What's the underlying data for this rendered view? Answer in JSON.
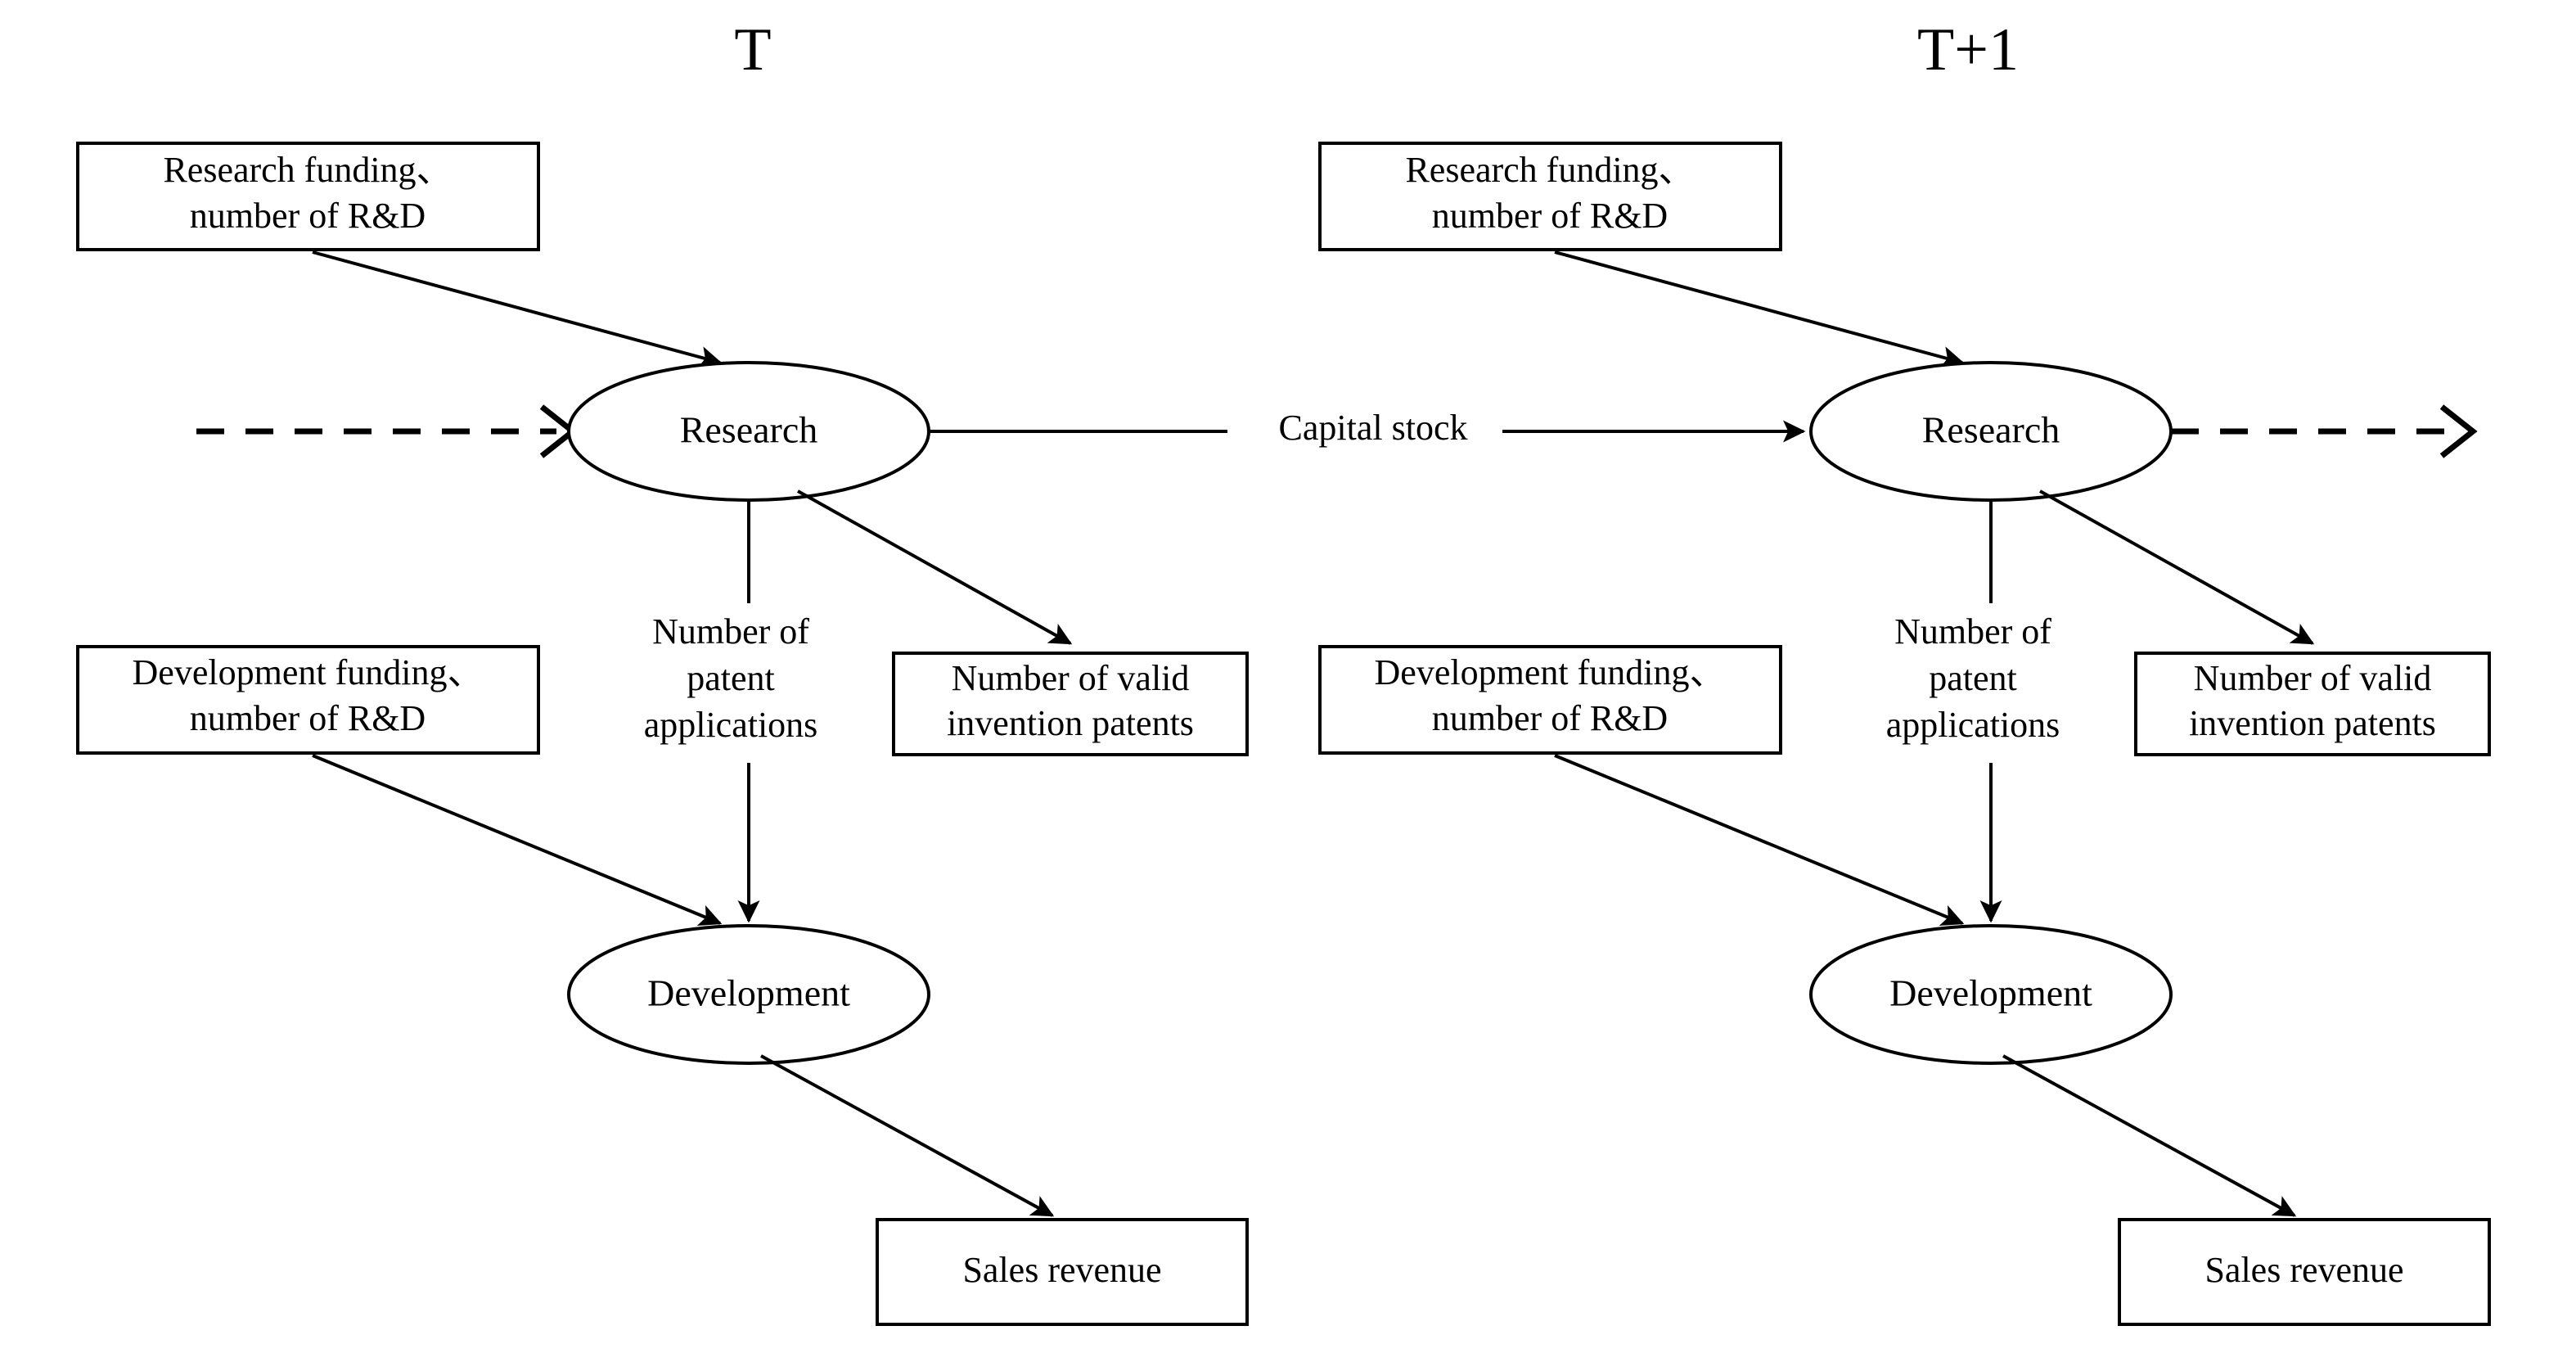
{
  "figure": {
    "background_color": "#ffffff",
    "stroke_color": "#000000",
    "type": "two-stage network DEA process diagram"
  },
  "panels": [
    {
      "id": "stage-t",
      "title": "T",
      "nodes": {
        "research_input_box": {
          "line1": "Research funding、",
          "line2": "number of R&D"
        },
        "research_stage": {
          "label": "Research"
        },
        "research_output_box": {
          "line1": "Number of valid",
          "line2": "invention patents"
        },
        "development_input_box": {
          "line1": "Development funding、",
          "line2": "number of R&D"
        },
        "development_stage": {
          "label": "Development"
        },
        "development_output_box": {
          "line1": "Sales revenue"
        }
      },
      "edge_labels": {
        "patent_applications": {
          "line1": "Number of",
          "line2": "patent",
          "line3": "applications"
        }
      }
    },
    {
      "id": "stage-t-plus-1",
      "title": "T+1",
      "nodes": {
        "research_input_box": {
          "line1": "Research funding、",
          "line2": "number of R&D"
        },
        "research_stage": {
          "label": "Research"
        },
        "research_output_box": {
          "line1": "Number of valid",
          "line2": "invention patents"
        },
        "development_input_box": {
          "line1": "Development funding、",
          "line2": "number of R&D"
        },
        "development_stage": {
          "label": "Development"
        },
        "development_output_box": {
          "line1": "Sales revenue"
        }
      },
      "edge_labels": {
        "patent_applications": {
          "line1": "Number of",
          "line2": "patent",
          "line3": "applications"
        }
      }
    }
  ],
  "carryover": {
    "label": "Capital stock"
  }
}
